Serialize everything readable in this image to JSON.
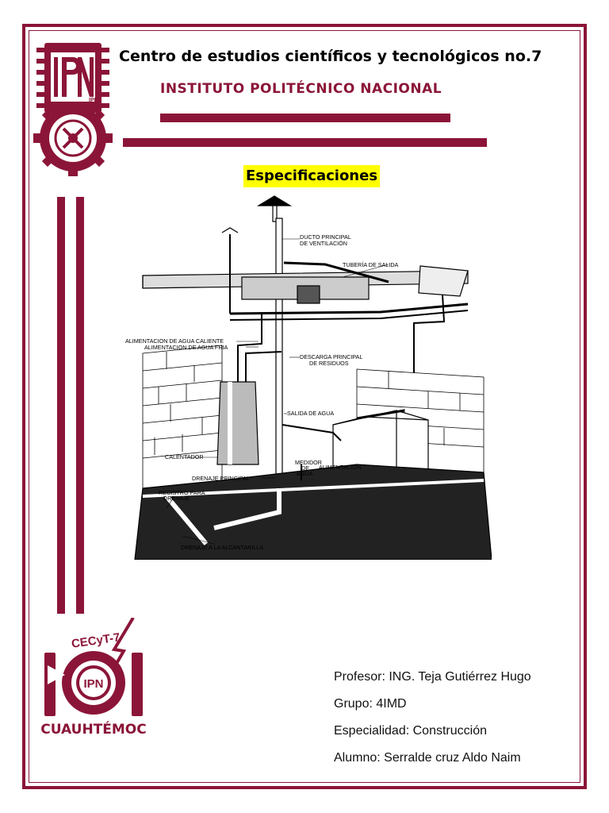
{
  "header": {
    "school": "Centro de estudios científicos y tecnológicos no.7",
    "institute": "INSTITUTO POLITÉCNICO NACIONAL"
  },
  "section_title": "Especificaciones",
  "logos": {
    "ipn_text": "IPN",
    "cecyt_text": "CECyT-7",
    "cecyt_ipn": "IPN",
    "cecyt_name": "CUAUHTÉMOC"
  },
  "diagram_labels": {
    "vent_duct": [
      "DUCTO PRINCIPAL",
      "DE VENTILACIÓN"
    ],
    "outlet_pipe": "TUBERÍA DE SALIDA",
    "hot_water": "ALIMENTACION DE AGUA CALIENTE",
    "cold_water": "ALIMENTACION DE AGUA FRIA",
    "main_discharge": [
      "DESCARGA PRINCIPAL",
      "DE RESIDUOS"
    ],
    "water_outlet": "SALIDA DE AGUA",
    "heater": "CALENTADOR",
    "water_meter": [
      "MEDIDOR",
      "DE",
      "AGUA"
    ],
    "supply": "ALIMENTACIÓN",
    "main_drain": "DRENAJE PRINCIPAL",
    "drain_register": [
      "REGISTRO PARA",
      "DRENAJE"
    ],
    "sewer_drain": "DRENAJE A LA ALCANTARILLA"
  },
  "info": {
    "profesor": "Profesor: ING. Teja Gutiérrez Hugo",
    "grupo": "Grupo: 4IMD",
    "especialidad": "Especialidad: Construcción",
    "alumno": "Alumno: Serralde cruz Aldo Naim"
  },
  "colors": {
    "accent": "#8b1538",
    "highlight": "#ffff00"
  }
}
